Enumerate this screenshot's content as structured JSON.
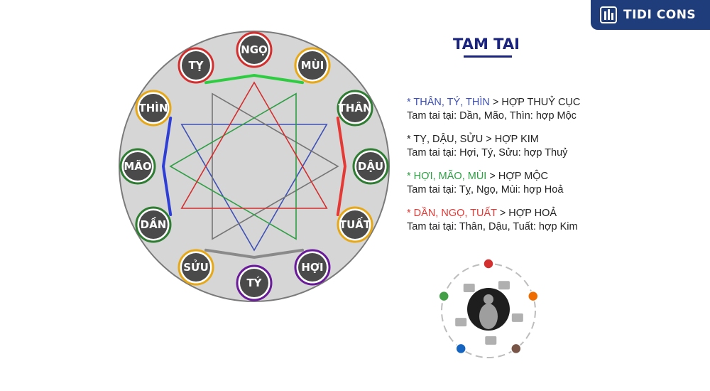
{
  "logo": {
    "text": "TIDI CONS",
    "icon": "building-icon",
    "color": "#1f3d7a"
  },
  "title": "TAM TAI",
  "wheel": {
    "animals": [
      {
        "key": "ty_snake",
        "label": "TỴ",
        "color": "#d32f2f"
      },
      {
        "key": "ngo",
        "label": "NGỌ",
        "color": "#d32f2f"
      },
      {
        "key": "mui",
        "label": "MÙI",
        "color": "#e6a817"
      },
      {
        "key": "than",
        "label": "THÂN",
        "color": "#2e7d32"
      },
      {
        "key": "dau",
        "label": "DẬU",
        "color": "#2e7d32"
      },
      {
        "key": "tuat",
        "label": "TUẤT",
        "color": "#e6a817"
      },
      {
        "key": "hoi",
        "label": "HỢI",
        "color": "#6a1b9a"
      },
      {
        "key": "ty_rat",
        "label": "TÝ",
        "color": "#6a1b9a"
      },
      {
        "key": "suu",
        "label": "SỬU",
        "color": "#e6a817"
      },
      {
        "key": "dan",
        "label": "DẦN",
        "color": "#2e7d32"
      },
      {
        "key": "mao",
        "label": "MÃO",
        "color": "#2e7d32"
      },
      {
        "key": "thin",
        "label": "THÌN",
        "color": "#e6a817"
      }
    ],
    "triangles": [
      {
        "vertices": [
          "ty_rat",
          "than",
          "thin"
        ],
        "color": "#3f51b5"
      },
      {
        "vertices": [
          "ty_snake",
          "dau",
          "suu"
        ],
        "color": "#757575"
      },
      {
        "vertices": [
          "hoi",
          "mao",
          "mui"
        ],
        "color": "#2e9e44"
      },
      {
        "vertices": [
          "dan",
          "ngo",
          "tuat"
        ],
        "color": "#d32f2f"
      }
    ],
    "arcs": [
      {
        "from": "ty_snake",
        "via": "ngo",
        "to": "mui",
        "color": "#2ecc40"
      },
      {
        "from": "than",
        "via": "dau",
        "to": "tuat",
        "color": "#e53935"
      },
      {
        "from": "hoi",
        "via": "ty_rat",
        "to": "suu",
        "color": "#8a8a8a"
      },
      {
        "from": "dan",
        "via": "mao",
        "to": "thin",
        "color": "#2f3fd6"
      }
    ],
    "background": "#d6d6d6",
    "token_fill": "#4a4a4a"
  },
  "groups": [
    {
      "lead": "* THÂN, TÝ, THÌN",
      "lead_color": "#3f51b5",
      "result": " > HỢP THUỶ CỤC",
      "detail": "Tam tai tại: Dần, Mão, Thìn: hợp Mộc"
    },
    {
      "lead": "* TỴ, DẬU, SỬU",
      "lead_color": "#222222",
      "result": " > HỢP KIM",
      "detail": "Tam tai tại: Hợi, Tý, Sửu: hợp Thuỷ"
    },
    {
      "lead": "* HỢI, MÃO, MÙI",
      "lead_color": "#2e9e44",
      "result": " > HỢP MỘC",
      "detail": "Tam tai tại: Tỵ, Ngọ, Mùi: hợp Hoả"
    },
    {
      "lead": "* DẦN, NGỌ, TUẤT",
      "lead_color": "#e53935",
      "result": " > HỢP HOẢ",
      "detail": "Tam tai tại: Thân, Dậu, Tuất: hợp Kim"
    }
  ],
  "elements_figure": {
    "nodes": [
      {
        "color": "#d32f2f"
      },
      {
        "color": "#ef6c00"
      },
      {
        "color": "#795548"
      },
      {
        "color": "#1565c0"
      },
      {
        "color": "#43a047"
      }
    ]
  }
}
